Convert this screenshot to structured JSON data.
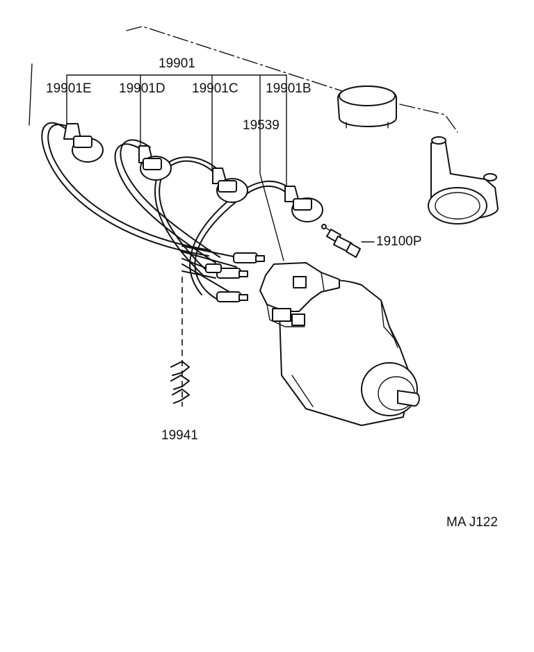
{
  "labels": {
    "assembly": "19901",
    "cord_e": "19901E",
    "cord_d": "19901D",
    "cord_c": "19901C",
    "cord_b": "19901B",
    "distributor_cap": "19539",
    "spark_plug": "19100P",
    "clamp": "19941",
    "diagram_ref": "MA  J122"
  }
}
